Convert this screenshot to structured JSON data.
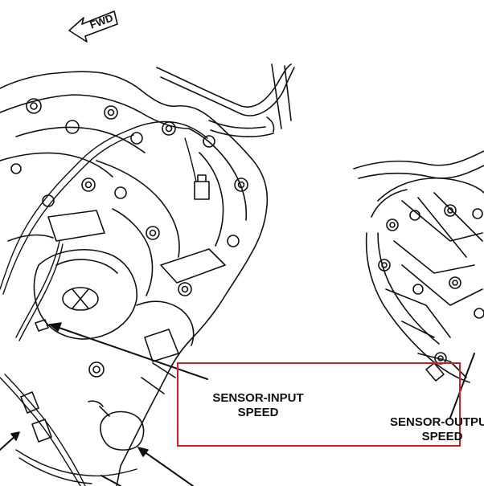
{
  "direction_indicator": {
    "label": "FWD"
  },
  "callouts": {
    "input_speed_sensor": {
      "line1": "SENSOR-INPUT",
      "line2": "SPEED"
    },
    "output_speed_sensor": {
      "line1": "SENSOR-OUTPUT",
      "line2": "SPEED"
    }
  },
  "colors": {
    "line_art": "#111111",
    "highlight_box": "#d21f1f",
    "background": "#ffffff"
  }
}
